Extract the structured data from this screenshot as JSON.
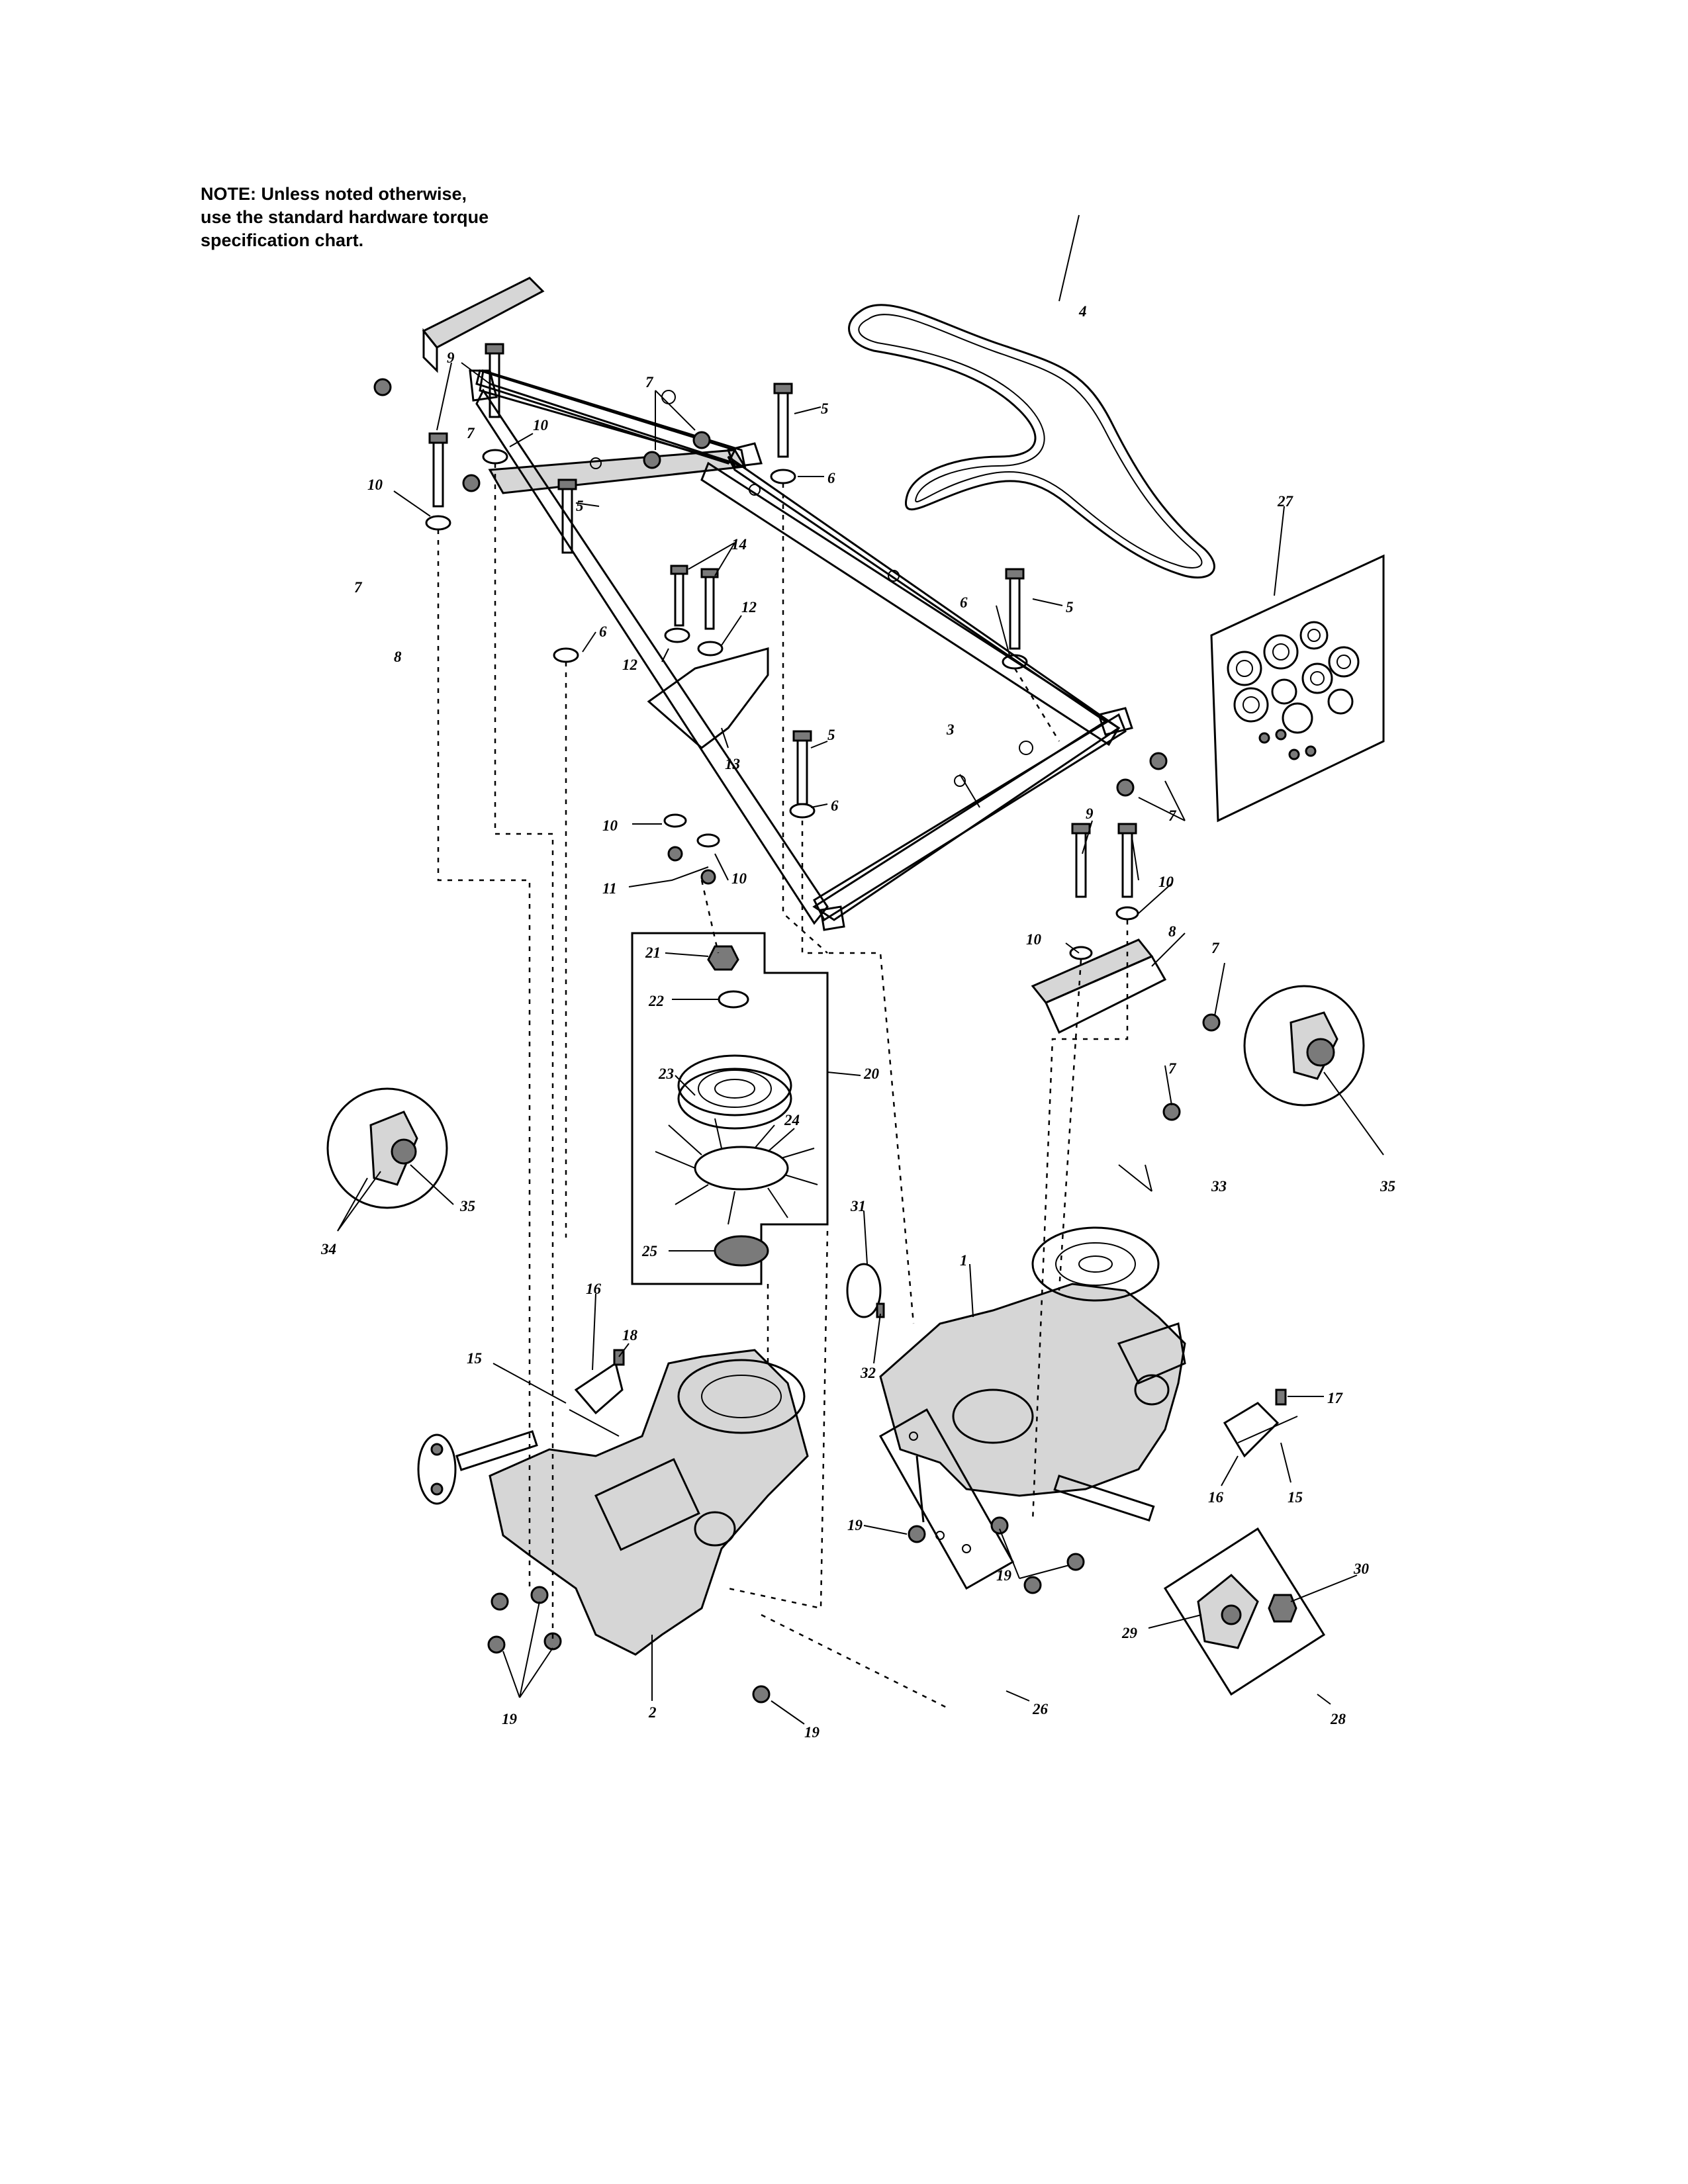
{
  "note": {
    "line1": "NOTE: Unless noted otherwise,",
    "line2": "use the standard hardware torque",
    "line3": "specification chart."
  },
  "callouts": {
    "c1": "1",
    "c2": "2",
    "c3": "3",
    "c4": "4",
    "c5": "5",
    "c6": "6",
    "c7": "7",
    "c8": "8",
    "c9": "9",
    "c10": "10",
    "c11": "11",
    "c12": "12",
    "c13": "13",
    "c14": "14",
    "c15": "15",
    "c16": "16",
    "c17": "17",
    "c18": "18",
    "c19": "19",
    "c20": "20",
    "c21": "21",
    "c22": "22",
    "c23": "23",
    "c24": "24",
    "c25": "25",
    "c26": "26",
    "c27": "27",
    "c28": "28",
    "c29": "29",
    "c30": "30",
    "c31": "31",
    "c32": "32",
    "c33": "33",
    "c34": "34",
    "c35": "35"
  },
  "colors": {
    "ink": "#000000",
    "paper": "#ffffff"
  }
}
